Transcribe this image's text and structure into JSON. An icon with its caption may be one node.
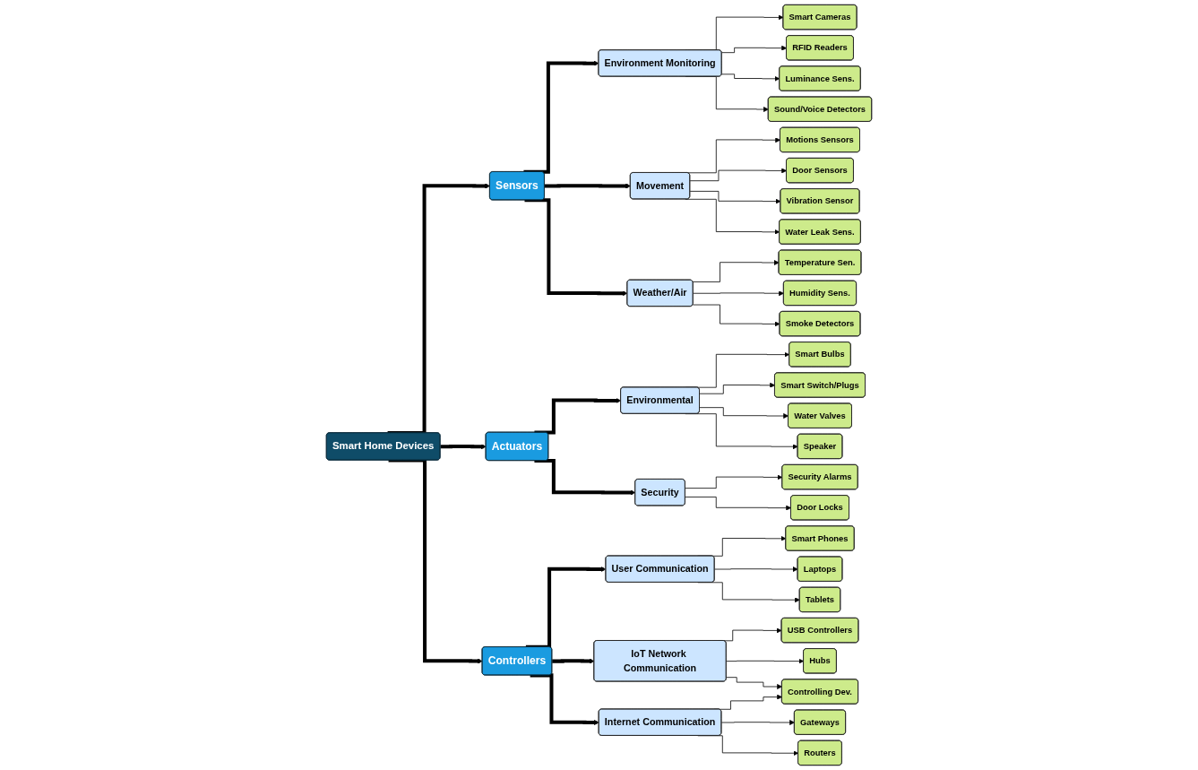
{
  "diagram": {
    "nodes": [
      {
        "text": [
          "Smart Home Devices"
        ]
      },
      {
        "text": [
          "Sensors"
        ]
      },
      {
        "text": [
          "Actuators"
        ]
      },
      {
        "text": [
          "Controllers"
        ]
      },
      {
        "text": [
          "Environment Monitoring"
        ]
      },
      {
        "text": [
          "Movement"
        ]
      },
      {
        "text": [
          "Weather/Air"
        ]
      },
      {
        "text": [
          "Smart Cameras"
        ]
      },
      {
        "text": [
          "RFID Readers"
        ]
      },
      {
        "text": [
          "Luminance Sens."
        ]
      },
      {
        "text": [
          "Sound/Voice Detectors"
        ]
      },
      {
        "text": [
          "Motions Sensors"
        ]
      },
      {
        "text": [
          "Door Sensors"
        ]
      },
      {
        "text": [
          "Vibration Sensor"
        ]
      },
      {
        "text": [
          "Water Leak Sens."
        ]
      },
      {
        "text": [
          "Temperature Sen."
        ]
      },
      {
        "text": [
          "Humidity Sens."
        ]
      },
      {
        "text": [
          "Smoke Detectors"
        ]
      },
      {
        "text": [
          "Environmental"
        ]
      },
      {
        "text": [
          "Security"
        ]
      },
      {
        "text": [
          "Smart Bulbs"
        ]
      },
      {
        "text": [
          "Smart Switch/Plugs"
        ]
      },
      {
        "text": [
          "Water Valves"
        ]
      },
      {
        "text": [
          "Speaker"
        ]
      },
      {
        "text": [
          "Security Alarms"
        ]
      },
      {
        "text": [
          "Door Locks"
        ]
      },
      {
        "text": [
          "User Communication"
        ]
      },
      {
        "text": [
          "IoT Network Communication"
        ]
      },
      {
        "text": [
          "Internet Communication"
        ]
      },
      {
        "text": [
          "Smart Phones"
        ]
      },
      {
        "text": [
          "Laptops"
        ]
      },
      {
        "text": [
          "Tablets"
        ]
      },
      {
        "text": [
          "USB Controllers"
        ]
      },
      {
        "text": [
          "Hubs"
        ]
      },
      {
        "text": [
          "Controlling Dev."
        ]
      },
      {
        "text": [
          "Gateways"
        ]
      },
      {
        "text": [
          "Routers"
        ]
      }
    ],
    "edges": [
      {
        "from": 0,
        "to": 1,
        "arrow": "to",
        "style": "thick"
      },
      {
        "from": 0,
        "to": 2,
        "arrow": "to",
        "style": "thick"
      },
      {
        "from": 0,
        "to": 3,
        "arrow": "to",
        "style": "thick"
      },
      {
        "from": 1,
        "to": 4,
        "arrow": "to",
        "style": "thick"
      },
      {
        "from": 1,
        "to": 5,
        "arrow": "to",
        "style": "thick"
      },
      {
        "from": 1,
        "to": 6,
        "arrow": "to",
        "style": "thick"
      },
      {
        "from": 4,
        "to": 7,
        "arrow": "to"
      },
      {
        "from": 4,
        "to": 8,
        "arrow": "to"
      },
      {
        "from": 4,
        "to": 9,
        "arrow": "to"
      },
      {
        "from": 4,
        "to": 10,
        "arrow": "to"
      },
      {
        "from": 5,
        "to": 11,
        "arrow": "to"
      },
      {
        "from": 5,
        "to": 12,
        "arrow": "to"
      },
      {
        "from": 5,
        "to": 13,
        "arrow": "to"
      },
      {
        "from": 5,
        "to": 14,
        "arrow": "to"
      },
      {
        "from": 6,
        "to": 15,
        "arrow": "to"
      },
      {
        "from": 6,
        "to": 16,
        "arrow": "to"
      },
      {
        "from": 6,
        "to": 17,
        "arrow": "to"
      },
      {
        "from": 2,
        "to": 18,
        "arrow": "to",
        "style": "thick"
      },
      {
        "from": 2,
        "to": 19,
        "arrow": "to",
        "style": "thick"
      },
      {
        "from": 18,
        "to": 20,
        "arrow": "to"
      },
      {
        "from": 18,
        "to": 21,
        "arrow": "to"
      },
      {
        "from": 18,
        "to": 22,
        "arrow": "to"
      },
      {
        "from": 18,
        "to": 23,
        "arrow": "to"
      },
      {
        "from": 19,
        "to": 24,
        "arrow": "to"
      },
      {
        "from": 19,
        "to": 25,
        "arrow": "to"
      },
      {
        "from": 3,
        "to": 26,
        "arrow": "to",
        "style": "thick"
      },
      {
        "from": 3,
        "to": 27,
        "arrow": "to",
        "style": "thick"
      },
      {
        "from": 3,
        "to": 28,
        "arrow": "to",
        "style": "thick"
      },
      {
        "from": 26,
        "to": 29,
        "arrow": "to"
      },
      {
        "from": 26,
        "to": 30,
        "arrow": "to"
      },
      {
        "from": 26,
        "to": 31,
        "arrow": "to"
      },
      {
        "from": 27,
        "to": 32,
        "arrow": "to"
      },
      {
        "from": 27,
        "to": 33,
        "arrow": "to"
      },
      {
        "from": 27,
        "to": 34,
        "arrow": "to"
      },
      {
        "from": 28,
        "to": 34,
        "arrow": "to"
      },
      {
        "from": 28,
        "to": 35,
        "arrow": "to"
      },
      {
        "from": 28,
        "to": 36,
        "arrow": "to"
      }
    ]
  }
}
